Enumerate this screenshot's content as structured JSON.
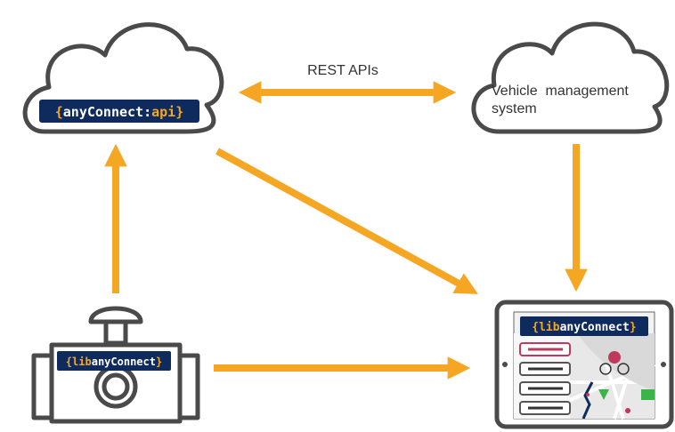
{
  "diagram": {
    "cloud_left": {
      "label_open": "{",
      "label_main": "anyConnect:",
      "label_accent": "api",
      "label_close": "}"
    },
    "cloud_right": {
      "label_line1": "Vehicle  management",
      "label_line2": "system"
    },
    "rest_apis_label": "REST APIs",
    "camera_badge": {
      "open": "{",
      "accent": "lib",
      "main": "anyConnect",
      "close": "}"
    },
    "tablet_badge": {
      "open": "{",
      "accent": "lib",
      "main": "anyConnect",
      "close": "}"
    },
    "colors": {
      "arrow": "#F5A623",
      "badge_bg": "#0F2A5C",
      "badge_text": "#FFFFFF",
      "badge_accent": "#F5A623",
      "outline": "#4A4A4A",
      "map_red": "#C0395A",
      "map_green": "#3BB54A"
    }
  }
}
